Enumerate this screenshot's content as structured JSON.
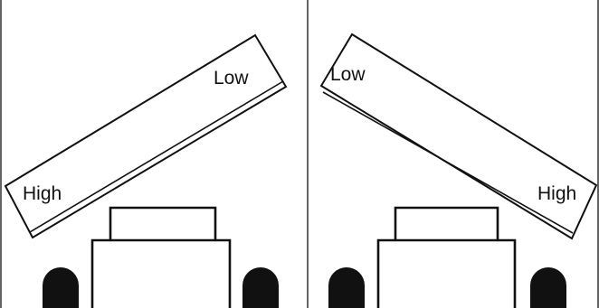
{
  "colors": {
    "stroke": "#111111",
    "fill": "#ffffff",
    "object": "#111111"
  },
  "panels": [
    {
      "panel": "left",
      "high_label": "High",
      "low_label": "Low"
    },
    {
      "panel": "right",
      "high_label": "High",
      "low_label": "Low"
    }
  ]
}
